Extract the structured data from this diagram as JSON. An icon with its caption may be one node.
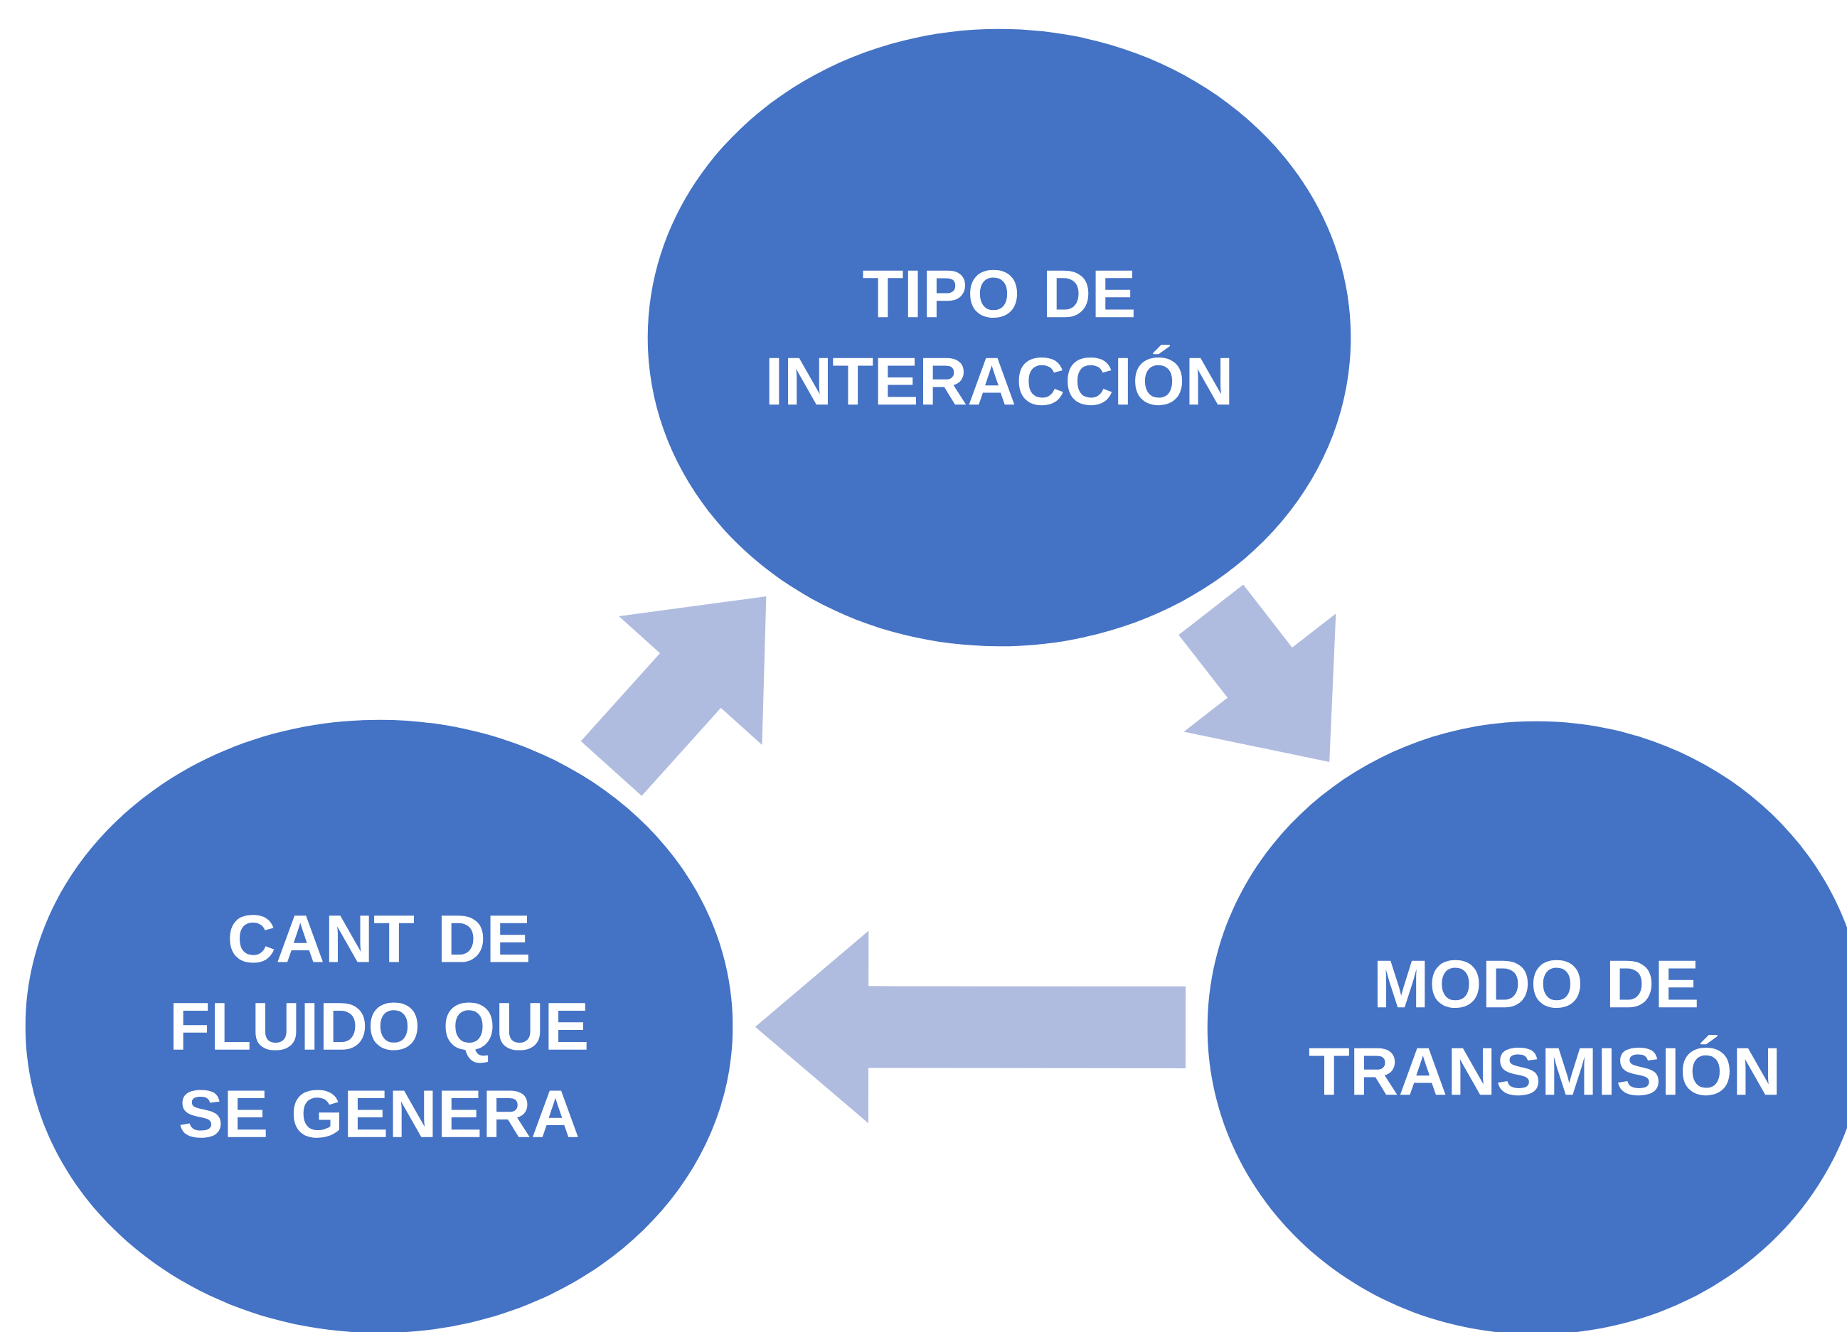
{
  "diagram": {
    "nodes": [
      {
        "text": [
          "TIPO DE INTERACCIÓN"
        ]
      },
      {
        "text": [
          "MODO DE TRANSMISIÓN"
        ]
      },
      {
        "text": [
          "CANT DE FLUIDO QUE SE GENERA"
        ]
      }
    ],
    "edges": [
      {
        "from": 0,
        "to": 1,
        "arrow": "to"
      },
      {
        "from": 1,
        "to": 2,
        "arrow": "to"
      },
      {
        "from": 2,
        "to": 0,
        "arrow": "to"
      }
    ]
  }
}
